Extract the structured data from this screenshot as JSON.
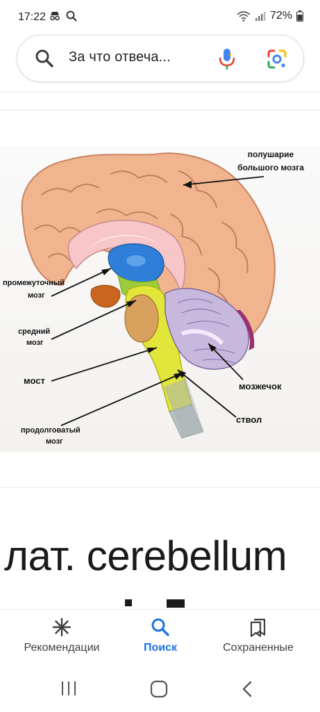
{
  "status_bar": {
    "time": "17:22",
    "battery": "72%"
  },
  "search": {
    "query": "За что отвеча..."
  },
  "diagram": {
    "labels": [
      "полушарие",
      "большого мозга",
      "промежуточный",
      "мозг",
      "средний",
      "мозг",
      "мост",
      "продолговатый",
      "мозг",
      "мозжечок",
      "ствол"
    ]
  },
  "content": {
    "headline": "лат. cerebellum"
  },
  "bottom_nav": {
    "items": [
      "Рекомендации",
      "Поиск",
      "Сохраненные"
    ]
  },
  "colors": {
    "accent": "#1a73e8",
    "brain": "#f0b48e",
    "ventricle": "#2f7fd8",
    "stem": "#e3e63a",
    "cerebellum": "#c8b8dd"
  }
}
